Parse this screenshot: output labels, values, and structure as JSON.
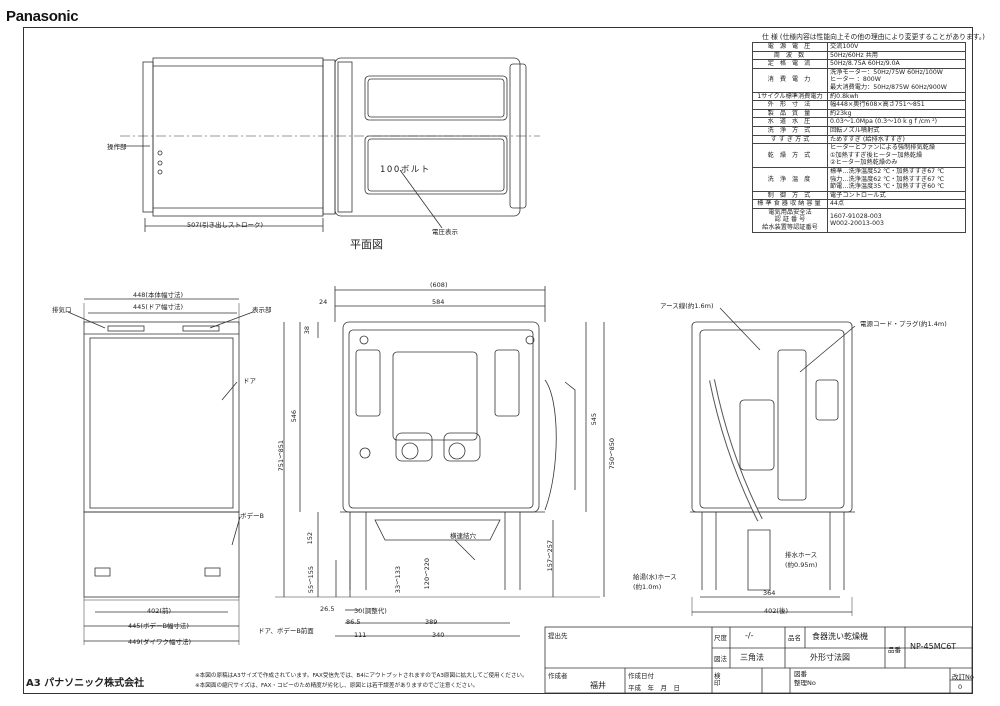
{
  "brand": "Panasonic",
  "spec_title": "仕 様 (仕様内容は性能向上その他の理由により変更することがあります。)",
  "spec_rows": [
    {
      "k": "電 源 電 圧",
      "v": "交流100V"
    },
    {
      "k": "周 波 数",
      "v": "50Hz/60Hz 共用"
    },
    {
      "k": "定 格 電 流",
      "v": "50Hz/8.75A 60Hz/9.0A"
    },
    {
      "k": "消 費 電 力",
      "v": "洗浄モーター：50Hz/75W 60Hz/100W\nヒーター ：800W\n最大消費電力：50Hz/875W 60Hz/900W"
    },
    {
      "k": "1サイクル標準消費電力",
      "v": "約0.8kwh"
    },
    {
      "k": "外 形 寸 法",
      "v": "幅448×奥行608×高さ751～851"
    },
    {
      "k": "製 品 質 量",
      "v": "約23kg"
    },
    {
      "k": "水 道 水 圧",
      "v": "0.03～1.0Mpa (0.3～10 k g f /cm ²)"
    },
    {
      "k": "洗 浄 方 式",
      "v": "回転ノズル噴射式"
    },
    {
      "k": "す す ぎ 方 式",
      "v": "ためすすぎ (給排水すすぎ)"
    },
    {
      "k": "乾 燥 方 式",
      "v": "ヒーターとファンによる強制排気乾燥\n①加熱すすぎ後ヒーター加熱乾燥\n②ヒーター加熱乾燥のみ"
    },
    {
      "k": "洗 浄 温 度",
      "v": "標準…洗浄温度52 ℃・加熱すすぎ67 ℃\n強力…洗浄温度62 ℃・加熱すすぎ67 ℃\n節電…洗浄温度35 ℃・加熱すすぎ60 ℃"
    },
    {
      "k": "制 御 方 式",
      "v": "電子コントロール式"
    },
    {
      "k": "標準食器収納容量",
      "v": "44点"
    },
    {
      "k": "電気用品安全法\n認 証 番 号\n給水装置等認証番号",
      "v": "1607-91028-003\nW002-20013-003"
    }
  ],
  "plan": {
    "title": "平面図",
    "volt_label": "100ボルト",
    "op_label": "操作部",
    "stroke_dim": "507(引き出しストローク)",
    "pressure_label": "電圧表示"
  },
  "front": {
    "d448": "448(本体幅寸法)",
    "d445door": "445(ドア幅寸法)",
    "exhaust": "排気口",
    "display": "表示部",
    "door": "ドア",
    "bodyb": "ボデーB",
    "d402": "402(前)",
    "d445body": "445(ボデーB幅寸法)",
    "d449": "449(ダイワク幅寸法)"
  },
  "side": {
    "d608": "(608)",
    "d584": "584",
    "d24": "24",
    "d38": "38",
    "d546": "546",
    "d751": "751～851",
    "d152": "152",
    "d55": "55～155",
    "d33": "33～133",
    "d120": "120～220",
    "d545": "545",
    "d750": "750～850",
    "d157": "157～257",
    "d265": "26.5",
    "d30": "30(調整代)",
    "d865": "86.5",
    "d389": "389",
    "d111": "111",
    "d340": "340",
    "supply_hole": "横連結穴",
    "door_note": "ドア、ボデーB前面"
  },
  "rear": {
    "ground": "アース線(約1.6m)",
    "cord": "電源コード・プラグ(約1.4m)",
    "drain": "排水ホース",
    "drain_len": "(約0.95m)",
    "supply": "給湯(水)ホース",
    "supply_len": "(約1.0m)",
    "d364": "364",
    "d402": "402(後)"
  },
  "title_block": {
    "customer_label": "提出先",
    "scale_label": "尺度",
    "scale_value": "-/-",
    "name_label": "品名",
    "name_value": "食器洗い乾燥機",
    "model_label": "品番",
    "model_value": "NP-45MC6T",
    "method_label": "図法",
    "method_value": "三角法",
    "drawing_value": "外形寸法図",
    "author_label": "作成者",
    "author_value": "福井",
    "date_label": "作成日付",
    "date_value": "平成　年　月　日",
    "check_label": "検印",
    "dwgno_label": "図番\n整理No",
    "rev_label": "改訂No",
    "rev_value": "0"
  },
  "footer": {
    "company": "A3 パナソニック株式会社",
    "note1": "※本図の原稿はA3サイズで作成されています。FAX受信先では、B4にアウトプットされますのでA3原図に拡大してご使用ください。",
    "note2": "※本図面の縮尺サイズは、FAX・コピーのため精度が劣化し、原図とは若干誤差がありますのでご注意ください。"
  }
}
